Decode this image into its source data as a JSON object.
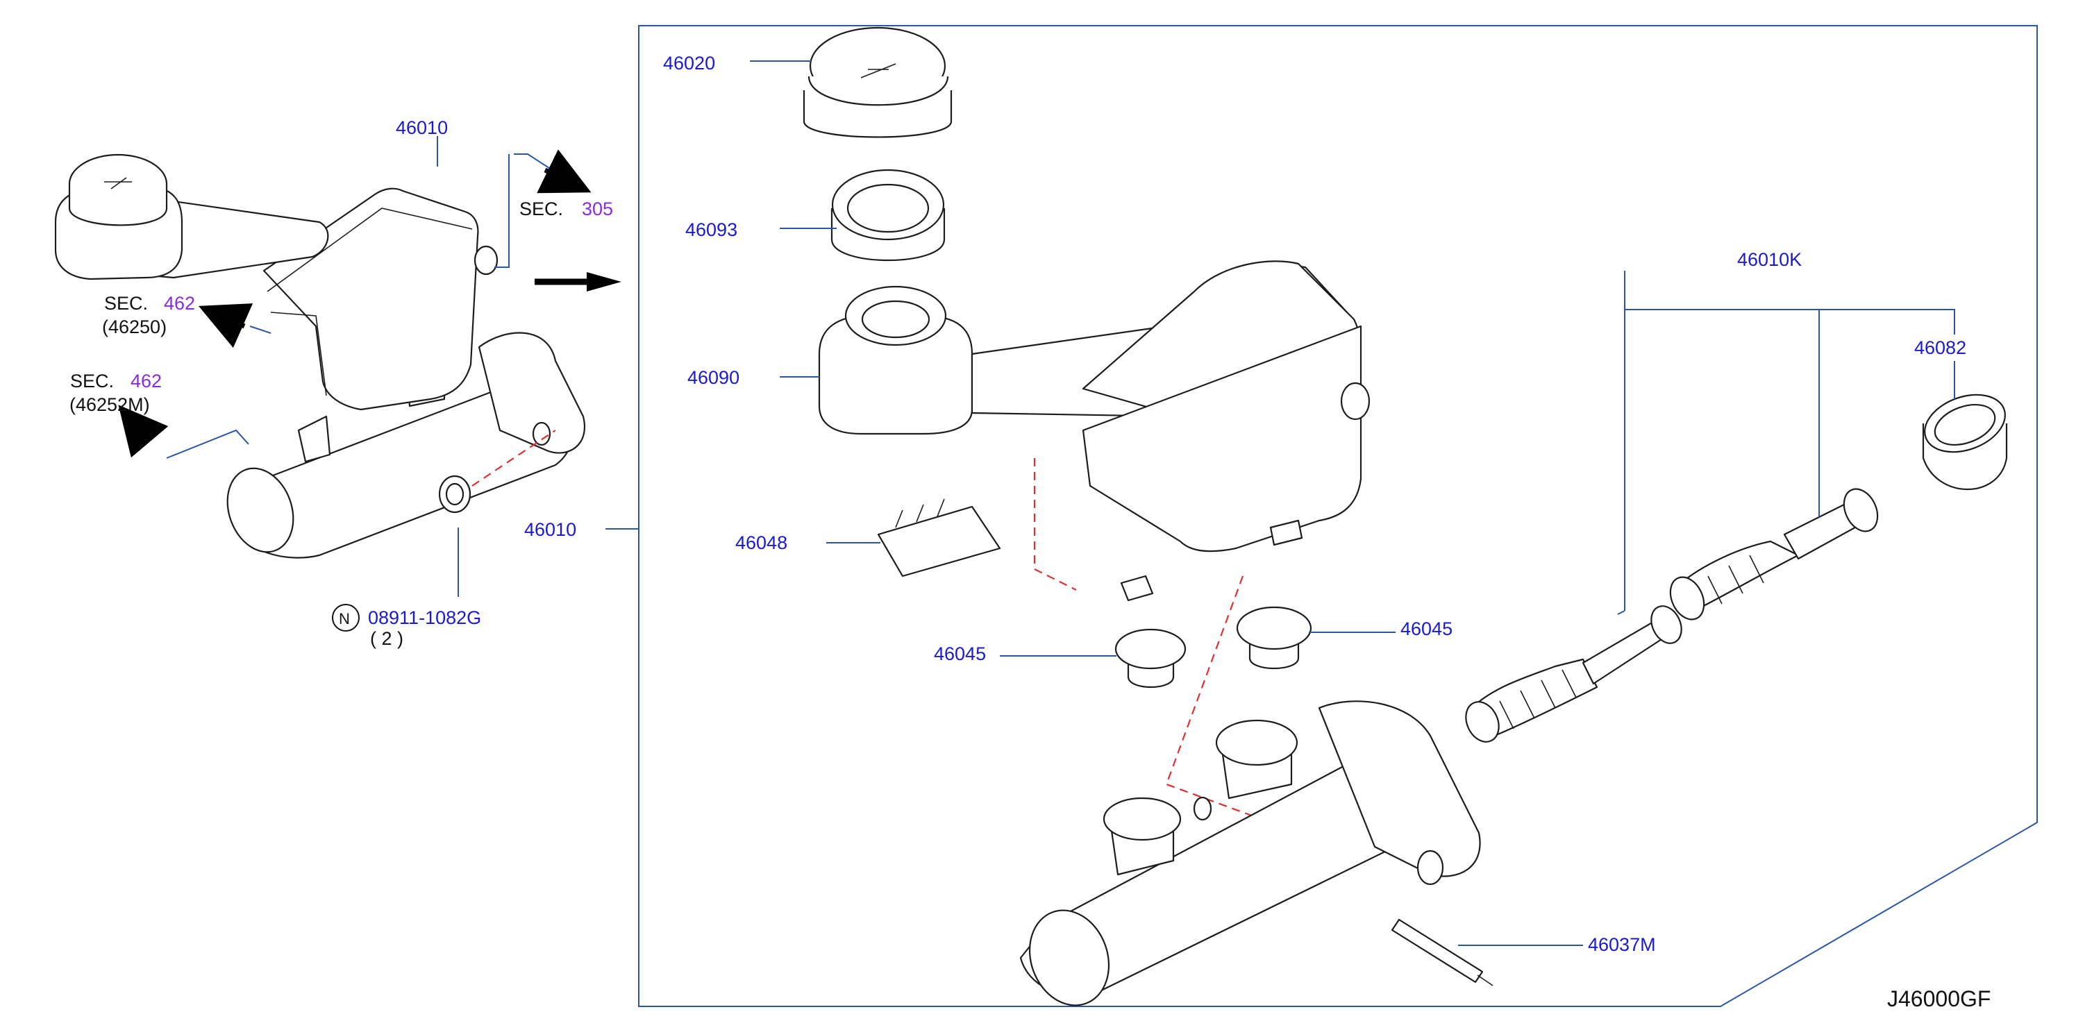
{
  "diagram_code": "J46000GF",
  "parts": {
    "p46010_top": "46010",
    "p46010_side": "46010",
    "p46020": "46020",
    "p46093": "46093",
    "p46090": "46090",
    "p46048": "46048",
    "p46045_left": "46045",
    "p46045_right": "46045",
    "p46010K": "46010K",
    "p46082": "46082",
    "p46037M": "46037M",
    "p08911": "08911-1082G"
  },
  "nut_symbol": "N",
  "nut_qty": "( 2 )",
  "sections": {
    "sec305": {
      "prefix": "SEC.",
      "number": "305"
    },
    "sec462_a": {
      "prefix": "SEC.",
      "number": "462",
      "sub": "(46250)"
    },
    "sec462_b": {
      "prefix": "SEC.",
      "number": "462",
      "sub": "(46252M)"
    }
  },
  "colors": {
    "part_number": "#1a1ad6",
    "section_number": "#8a2be2",
    "leader": "#2a55a8",
    "dashed": "#e03030",
    "outline": "#1c1c1c"
  }
}
